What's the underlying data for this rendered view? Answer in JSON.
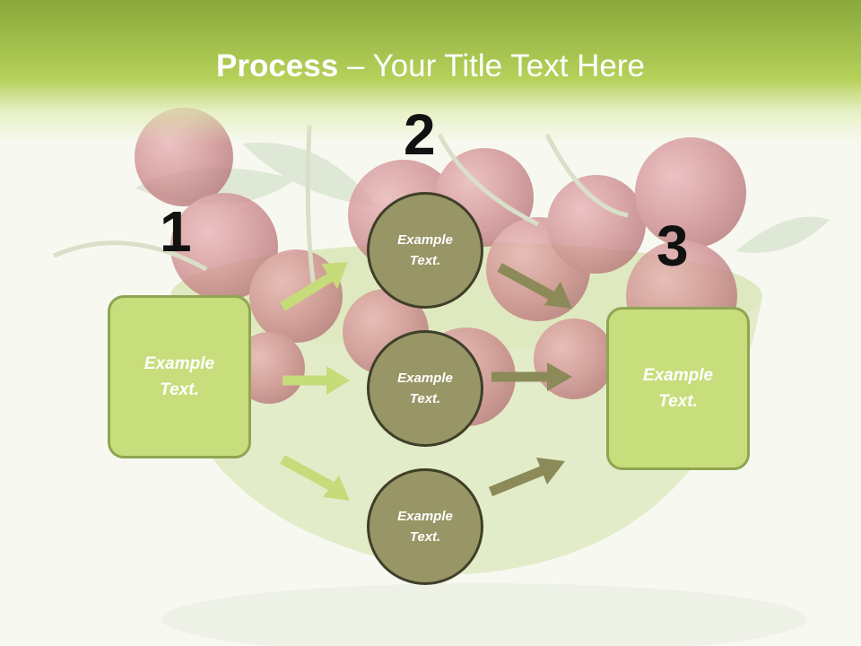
{
  "title": {
    "bold": "Process",
    "rest": " – Your Title Text Here"
  },
  "steps": {
    "n1": "1",
    "n2": "2",
    "n3": "3"
  },
  "left_box": {
    "line1": "Example",
    "line2": "Text."
  },
  "right_box": {
    "line1": "Example",
    "line2": "Text."
  },
  "circles": [
    {
      "line1": "Example",
      "line2": "Text."
    },
    {
      "line1": "Example",
      "line2": "Text."
    },
    {
      "line1": "Example",
      "line2": "Text."
    }
  ],
  "colors": {
    "header": "#9cbc45",
    "box_fill": "#c8dd7c",
    "circle_fill": "#989566",
    "arrow_light": "#c6db7a",
    "arrow_dark": "#8c8a58"
  }
}
